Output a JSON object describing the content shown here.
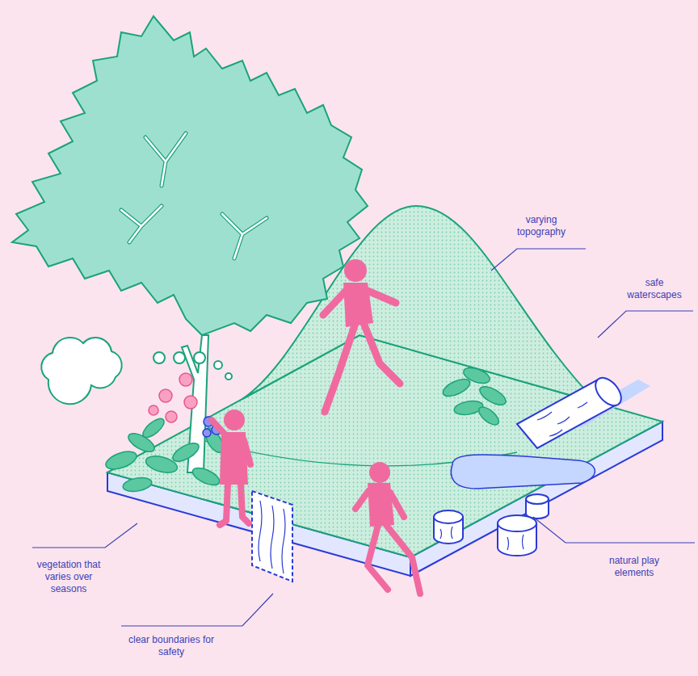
{
  "diagram": {
    "labels": [
      "varying topography",
      "safe waterscapes",
      "vegetation that varies over seasons",
      "clear boundaries for safety",
      "natural play elements"
    ]
  }
}
